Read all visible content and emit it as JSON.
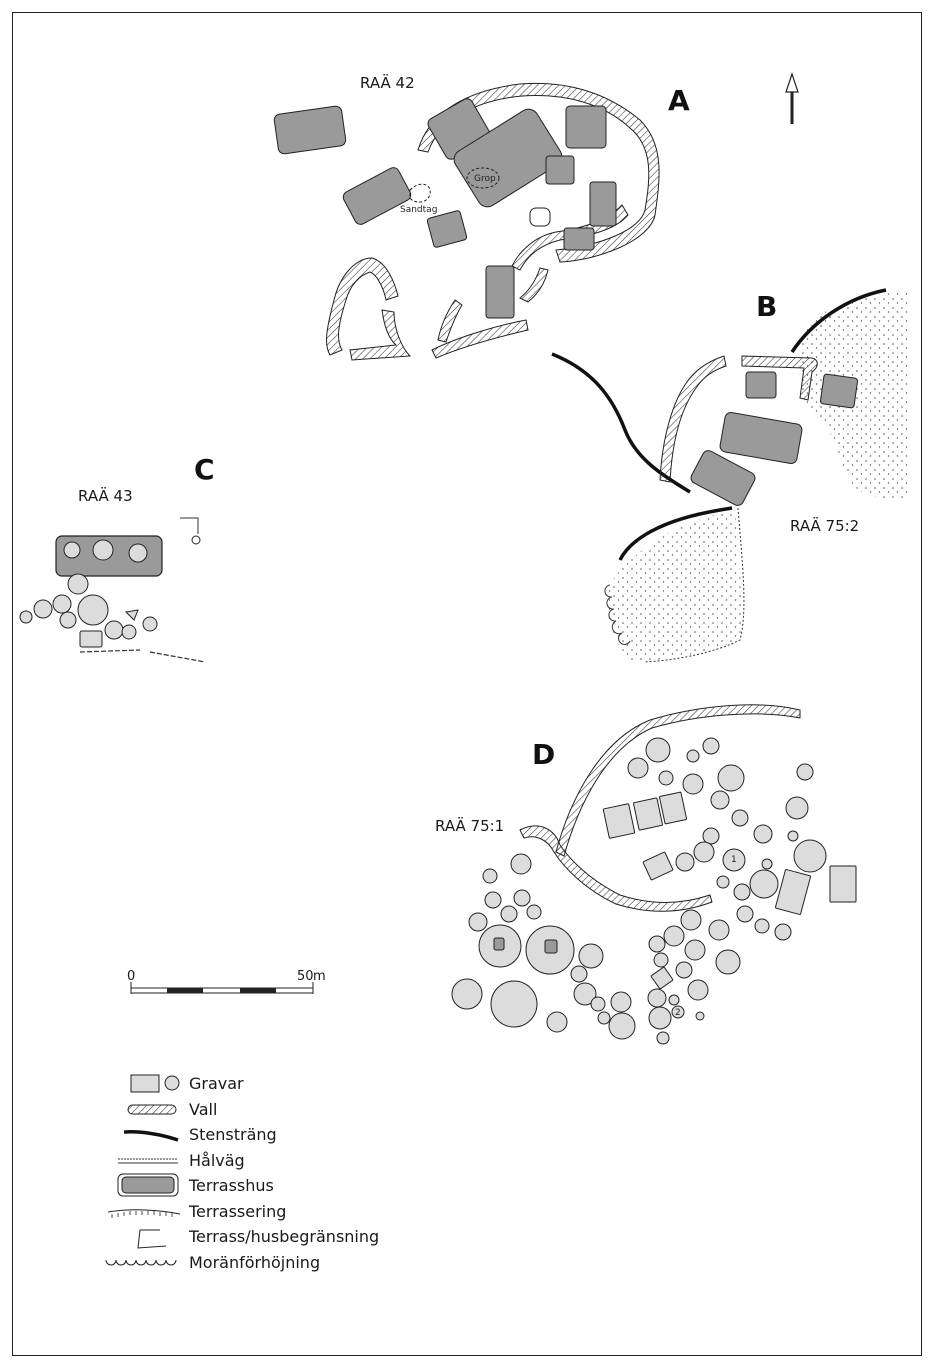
{
  "colors": {
    "terrasshus_fill": "#9a9a9a",
    "grave_fill": "#dcdcdc",
    "line": "#1a1a1a",
    "stipple": "#555555"
  },
  "sites": {
    "A": {
      "letter": "A",
      "name": "RAÄ 42",
      "notes": [
        "Grop",
        "Sandtag"
      ]
    },
    "B": {
      "letter": "B",
      "name": "RAÄ 75:2"
    },
    "C": {
      "letter": "C",
      "name": "RAÄ 43"
    },
    "D": {
      "letter": "D",
      "name": "RAÄ 75:1",
      "marks": [
        "1",
        "2"
      ]
    }
  },
  "north_arrow": {
    "icon": "north-arrow-icon"
  },
  "scale_bar": {
    "start_label": "0",
    "end_label": "50",
    "unit": "m"
  },
  "legend": {
    "items": [
      {
        "icon": "grave-icon",
        "label": "Gravar"
      },
      {
        "icon": "wall-icon",
        "label": "Vall"
      },
      {
        "icon": "stone-row-icon",
        "label": "Stensträng"
      },
      {
        "icon": "hollow-way-icon",
        "label": "Hålväg"
      },
      {
        "icon": "terrace-house-icon",
        "label": "Terrasshus"
      },
      {
        "icon": "terracing-icon",
        "label": "Terrassering"
      },
      {
        "icon": "terrace-boundary-icon",
        "label": "Terrass/husbegränsning"
      },
      {
        "icon": "moraine-elevation-icon",
        "label": "Moränförhöjning"
      }
    ]
  }
}
